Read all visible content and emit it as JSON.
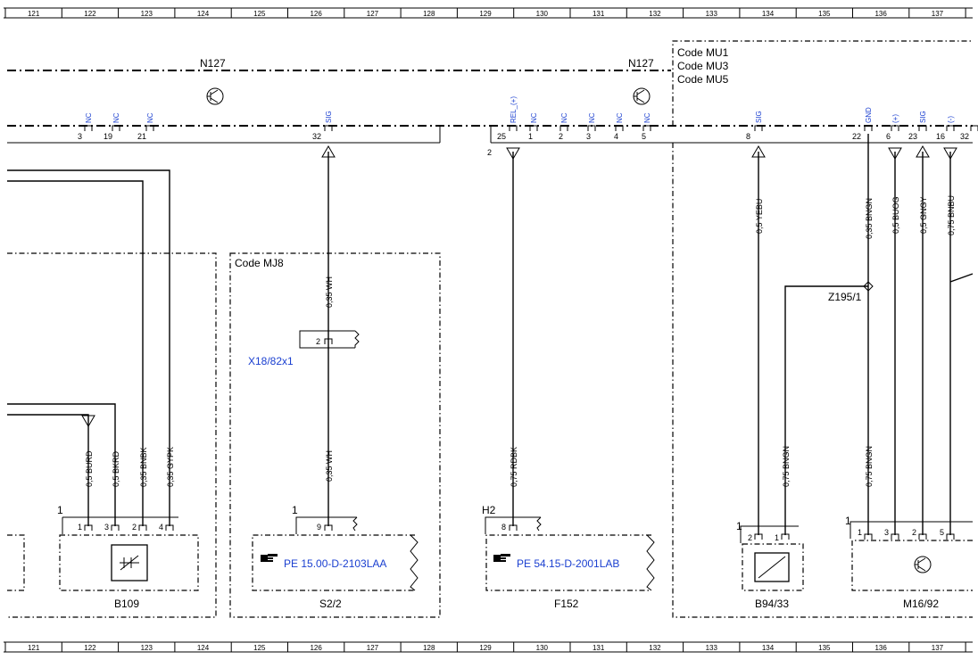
{
  "ruler": {
    "cols": [
      "121",
      "122",
      "123",
      "124",
      "125",
      "126",
      "127",
      "128",
      "129",
      "130",
      "131",
      "132",
      "133",
      "134",
      "135",
      "136",
      "137"
    ]
  },
  "modules": {
    "n127_left": "N127",
    "n127_right": "N127",
    "code_mu": [
      "Code MU1",
      "Code MU3",
      "Code MU5"
    ],
    "code_mj8": "Code MJ8"
  },
  "pins_left": [
    {
      "num": "3",
      "sig": "NC"
    },
    {
      "num": "19",
      "sig": "NC"
    },
    {
      "num": "21",
      "sig": "NC"
    }
  ],
  "pin_32": {
    "num": "32",
    "sig": "SIG"
  },
  "pins_mid": [
    {
      "num": "25",
      "sig": "REL_(+)"
    },
    {
      "num": "1",
      "sig": "NC"
    },
    {
      "num": "2",
      "sig": "NC"
    },
    {
      "num": "3",
      "sig": "NC"
    },
    {
      "num": "4",
      "sig": "NC"
    },
    {
      "num": "5",
      "sig": "NC"
    }
  ],
  "pins_right": [
    {
      "num": "8",
      "sig": "SIG"
    },
    {
      "num": "22",
      "sig": "GND"
    },
    {
      "num": "6",
      "sig": "(+)"
    },
    {
      "num": "23",
      "sig": "SIG"
    },
    {
      "num": "16",
      "sig": "(-)"
    },
    {
      "num": "32",
      "sig": ""
    }
  ],
  "connector_mid_label": "2",
  "wires": {
    "w_burd": "0,5 BURD",
    "w_bkrd": "0,5 BKRD",
    "w_bnbk": "0,35 BNBK",
    "w_gypk": "0,35 GYPK",
    "w_wh_top": "0,35 WH",
    "w_wh_bot": "0,35 WH",
    "w_rdbk": "0,75 RDBK",
    "w_yebu": "0,5 YEBU",
    "w_bngn_top": "0,35 BNGN",
    "w_buog": "0,5 BUOG",
    "w_gngy": "0,5 GNGY",
    "w_bnbu": "0,75 BNBU",
    "w_bngn_b1": "0,75 BNGN",
    "w_bngn_b2": "0,75 BNGN"
  },
  "connectors": {
    "x18": "X18/82x1",
    "x18_pin": "2",
    "z195": "Z195/1"
  },
  "components": {
    "b109": {
      "name": "B109",
      "conn": "1",
      "pins": [
        "1",
        "3",
        "2",
        "4"
      ]
    },
    "s2_2": {
      "name": "S2/2",
      "conn": "1",
      "pin": "9",
      "ref": "PE 15.00-D-2103LAA"
    },
    "f152": {
      "name": "F152",
      "conn": "H2",
      "pin": "8",
      "ref": "PE 54.15-D-2001LAB"
    },
    "b94_33": {
      "name": "B94/33",
      "conn": "1",
      "pins": [
        "2",
        "1"
      ]
    },
    "m16_92": {
      "name": "M16/92",
      "conn": "1",
      "pins": [
        "1",
        "3",
        "2",
        "5"
      ]
    }
  },
  "colors": {
    "line": "#000000",
    "link": "#1a3fd0",
    "background": "#ffffff"
  }
}
